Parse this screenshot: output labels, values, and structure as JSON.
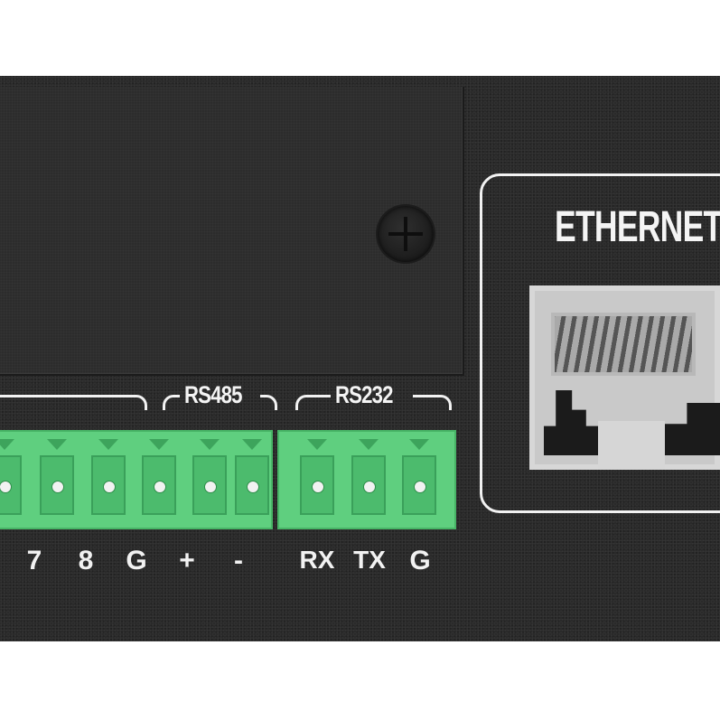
{
  "device": {
    "groups": [
      {
        "label": ""
      },
      {
        "label": "RS485"
      },
      {
        "label": "RS232"
      }
    ],
    "pins": [
      "7",
      "8",
      "G",
      "+",
      "-",
      "RX",
      "TX",
      "G"
    ],
    "ethernet_label": "ETHERNET"
  },
  "colors": {
    "panel": "#2a2a2a",
    "terminal_green": "#5fcf7f",
    "label_white": "#f2f2f2",
    "port_gray": "#c9c9c9"
  }
}
